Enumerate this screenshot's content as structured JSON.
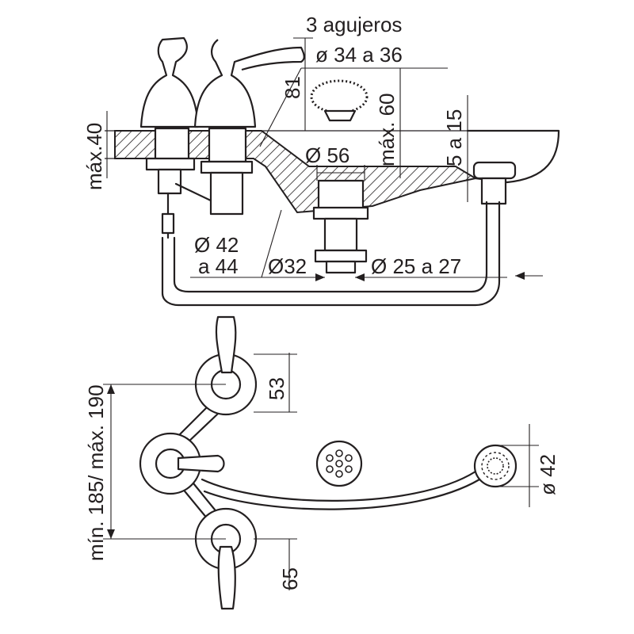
{
  "labels": {
    "holes_title": "3 agujeros",
    "holes_diameter": "ø 34 a 36",
    "height_81": "81",
    "max_60": "máx. 60",
    "range_5_15": "5 a 15",
    "max_40": "máx.40",
    "dia_56": "Ø 56",
    "dia_42_a": "Ø 42",
    "dia_42_b": "a 44",
    "dia_32": "Ø32",
    "dia_25_27": "Ø 25 a 27",
    "span_185_190": "mín. 185/ máx. 190",
    "dim_53": "53",
    "dim_65": "65",
    "dia_42_plan": "ø 42"
  },
  "colors": {
    "ink": "#231f20",
    "paper": "#ffffff"
  }
}
